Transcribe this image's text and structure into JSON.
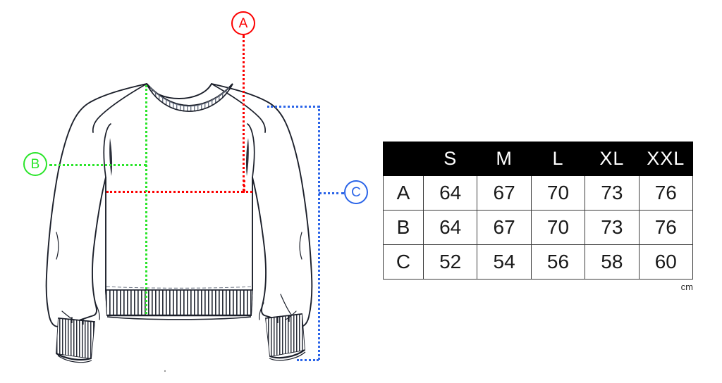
{
  "callouts": [
    {
      "id": "A",
      "label": "A",
      "color": "#fc0000",
      "name": "callout-marker-a"
    },
    {
      "id": "B",
      "label": "B",
      "color": "#2ae52a",
      "name": "callout-marker-b"
    },
    {
      "id": "C",
      "label": "C",
      "color": "#2a64e8",
      "name": "callout-marker-c"
    }
  ],
  "garment": {
    "type": "crewneck-sweatshirt",
    "view": "front-flat-lay"
  },
  "size_table": {
    "corner_label": "",
    "columns": [
      "S",
      "M",
      "L",
      "XL",
      "XXL"
    ],
    "rows": [
      {
        "key": "A",
        "color": "#fc0000",
        "values": [
          "64",
          "67",
          "70",
          "73",
          "76"
        ]
      },
      {
        "key": "B",
        "color": "#2ae52a",
        "values": [
          "64",
          "67",
          "70",
          "73",
          "76"
        ]
      },
      {
        "key": "C",
        "color": "#2a64e8",
        "values": [
          "52",
          "54",
          "56",
          "58",
          "60"
        ]
      }
    ],
    "unit": "cm"
  },
  "chart_data": {
    "type": "table",
    "title": "",
    "categories": [
      "S",
      "M",
      "L",
      "XL",
      "XXL"
    ],
    "series": [
      {
        "name": "A",
        "values": [
          64,
          67,
          70,
          73,
          76
        ]
      },
      {
        "name": "B",
        "values": [
          64,
          67,
          70,
          73,
          76
        ]
      },
      {
        "name": "C",
        "values": [
          52,
          54,
          56,
          58,
          60
        ]
      }
    ],
    "unit": "cm",
    "xlabel": "",
    "ylabel": ""
  }
}
